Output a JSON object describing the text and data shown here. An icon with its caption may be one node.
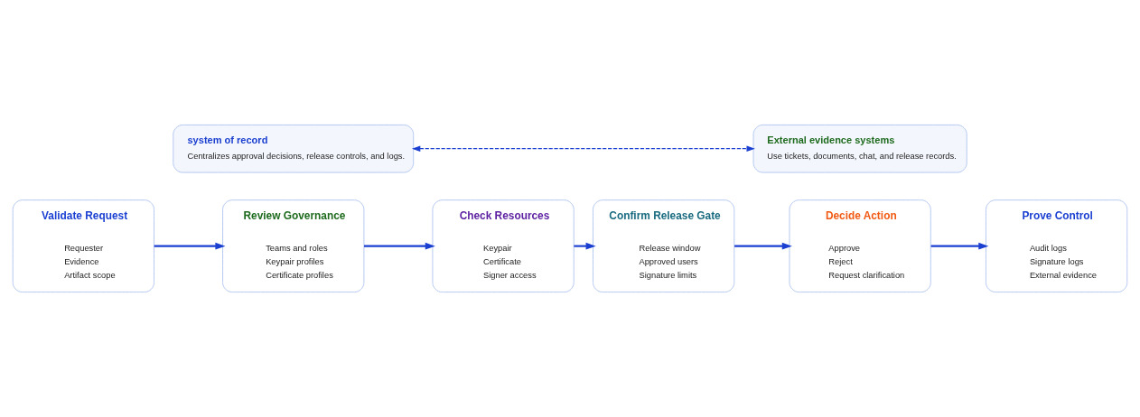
{
  "diagram": {
    "nodes": [
      {
        "text": [
          "Validate Request",
          "Requester",
          "Evidence",
          "Artifact scope"
        ]
      },
      {
        "text": [
          "Review Governance",
          "Teams and roles",
          "Keypair profiles",
          "Certificate profiles"
        ]
      },
      {
        "text": [
          "Check Resources",
          "Keypair",
          "Certificate",
          "Signer access"
        ]
      },
      {
        "text": [
          "Confirm Release Gate",
          "Release window",
          "Approved users",
          "Signature limits"
        ]
      },
      {
        "text": [
          "Decide Action",
          "Approve",
          "Reject",
          "Request clarification"
        ]
      },
      {
        "text": [
          "Prove Control",
          "Audit logs",
          "Signature logs",
          "External evidence"
        ]
      },
      {
        "text": [
          "system of record",
          "Centralizes approval decisions, release controls, and logs."
        ]
      },
      {
        "text": [
          "External evidence systems",
          "Use tickets, documents, chat, and release records."
        ]
      }
    ],
    "edges": [
      {
        "from": 0,
        "to": 1,
        "arrow": "to"
      },
      {
        "from": 1,
        "to": 2,
        "arrow": "to"
      },
      {
        "from": 2,
        "to": 3,
        "arrow": "to"
      },
      {
        "from": 3,
        "to": 4,
        "arrow": "to"
      },
      {
        "from": 4,
        "to": 5,
        "arrow": "to"
      },
      {
        "from": 6,
        "to": 7,
        "arrow": "both",
        "style": "dashed"
      }
    ]
  }
}
